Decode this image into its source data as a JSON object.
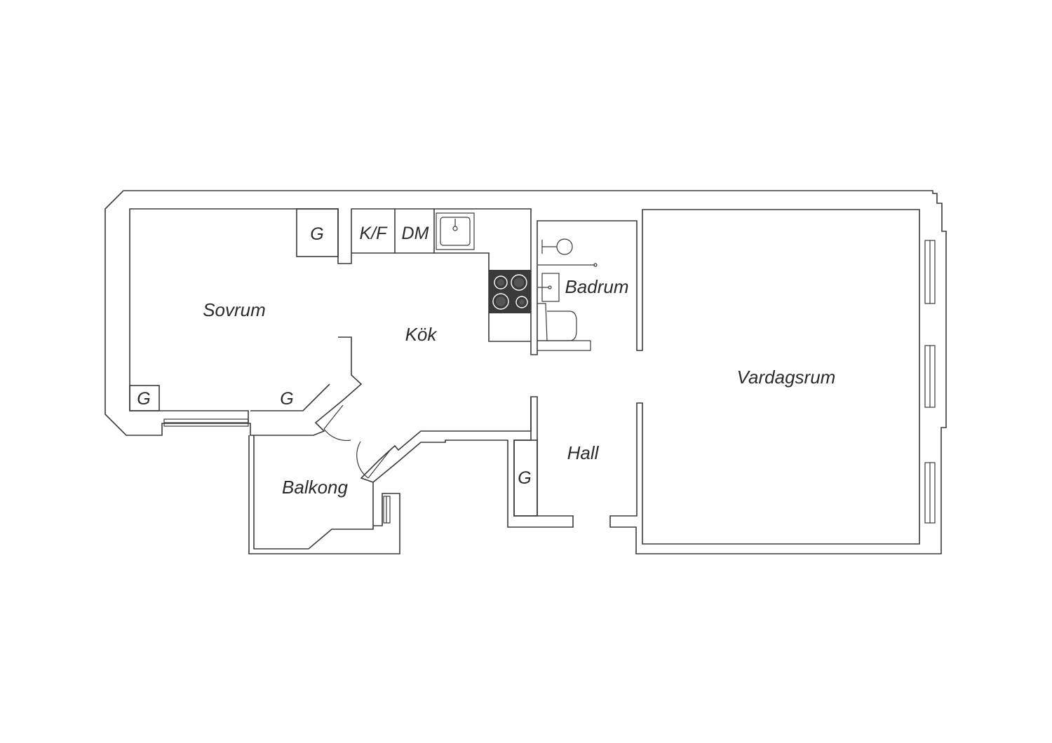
{
  "rooms": {
    "sovrum": "Sovrum",
    "kok": "Kök",
    "badrum": "Badrum",
    "vardagsrum": "Vardagsrum",
    "hall": "Hall",
    "balkong": "Balkong"
  },
  "fixtures": {
    "wardrobe": "G",
    "fridge_freezer": "K/F",
    "dishwasher": "DM"
  },
  "colors": {
    "line": "#3a3a3a",
    "stove": "#3a3a3a",
    "background": "#ffffff"
  }
}
